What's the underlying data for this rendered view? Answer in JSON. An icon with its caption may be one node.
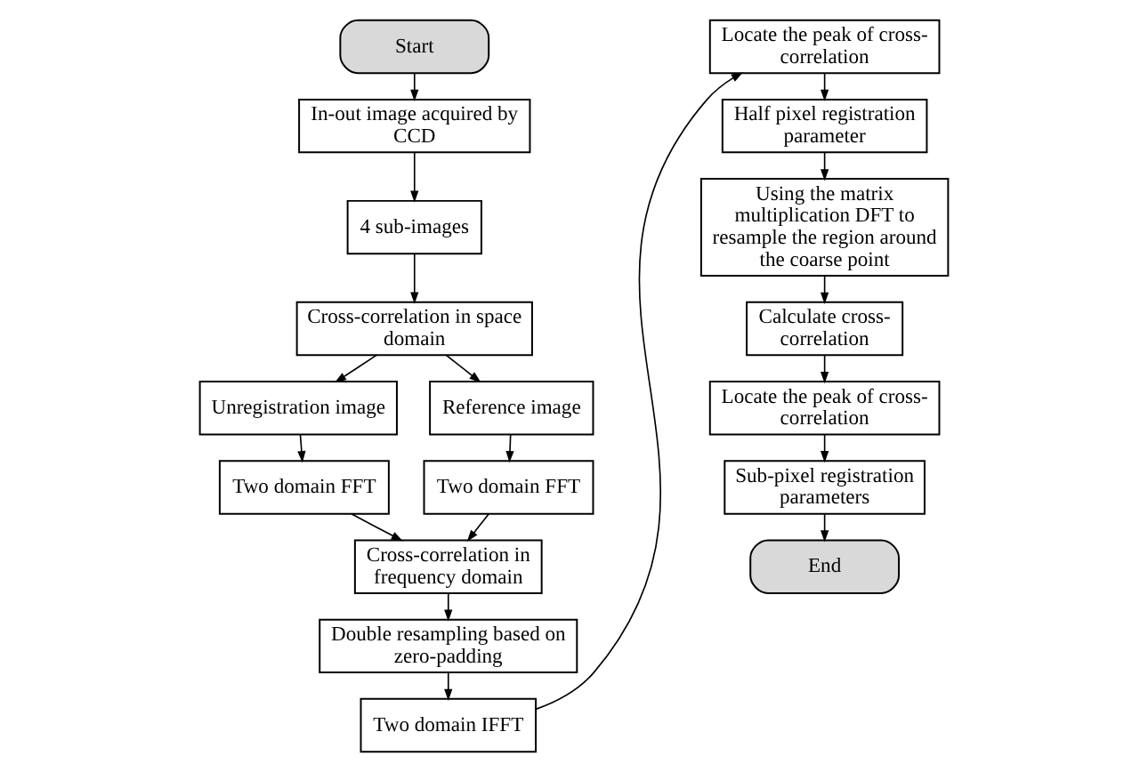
{
  "diagram": {
    "nodes": [
      {
        "text": [
          "Start"
        ]
      },
      {
        "text": [
          "In-out image acquired by CCD"
        ]
      },
      {
        "text": [
          "4 sub-images"
        ]
      },
      {
        "text": [
          "Cross-correlation in space domain"
        ]
      },
      {
        "text": [
          "Unregistration image"
        ]
      },
      {
        "text": [
          "Reference image"
        ]
      },
      {
        "text": [
          "Two domain FFT"
        ]
      },
      {
        "text": [
          "Two domain FFT"
        ]
      },
      {
        "text": [
          "Cross-correlation in frequency domain"
        ]
      },
      {
        "text": [
          "Double resampling based on zero-padding"
        ]
      },
      {
        "text": [
          "Two domain IFFT"
        ]
      },
      {
        "text": [
          "Locate the peak of cross-correlation"
        ]
      },
      {
        "text": [
          "Half pixel registration parameter"
        ]
      },
      {
        "text": [
          "Using the matrix multiplication DFT to resample the region around the coarse point"
        ]
      },
      {
        "text": [
          "Calculate cross-correlation"
        ]
      },
      {
        "text": [
          "Locate the peak of cross-correlation"
        ]
      },
      {
        "text": [
          "Sub-pixel registration parameters"
        ]
      },
      {
        "text": [
          "End"
        ]
      }
    ],
    "edges": [
      {
        "from": 0,
        "to": 1,
        "arrow": "to"
      },
      {
        "from": 1,
        "to": 2,
        "arrow": "to"
      },
      {
        "from": 2,
        "to": 3,
        "arrow": "to"
      },
      {
        "from": 3,
        "to": 4,
        "arrow": "to"
      },
      {
        "from": 3,
        "to": 5,
        "arrow": "to"
      },
      {
        "from": 4,
        "to": 6,
        "arrow": "to"
      },
      {
        "from": 5,
        "to": 7,
        "arrow": "to"
      },
      {
        "from": 6,
        "to": 8,
        "arrow": "to"
      },
      {
        "from": 7,
        "to": 8,
        "arrow": "to"
      },
      {
        "from": 8,
        "to": 9,
        "arrow": "to"
      },
      {
        "from": 9,
        "to": 10,
        "arrow": "to"
      },
      {
        "from": 10,
        "to": 11,
        "arrow": "to"
      },
      {
        "from": 11,
        "to": 12,
        "arrow": "to"
      },
      {
        "from": 12,
        "to": 13,
        "arrow": "to"
      },
      {
        "from": 13,
        "to": 14,
        "arrow": "to"
      },
      {
        "from": 14,
        "to": 15,
        "arrow": "to"
      },
      {
        "from": 15,
        "to": 16,
        "arrow": "to"
      },
      {
        "from": 16,
        "to": 17,
        "arrow": "to"
      }
    ]
  }
}
